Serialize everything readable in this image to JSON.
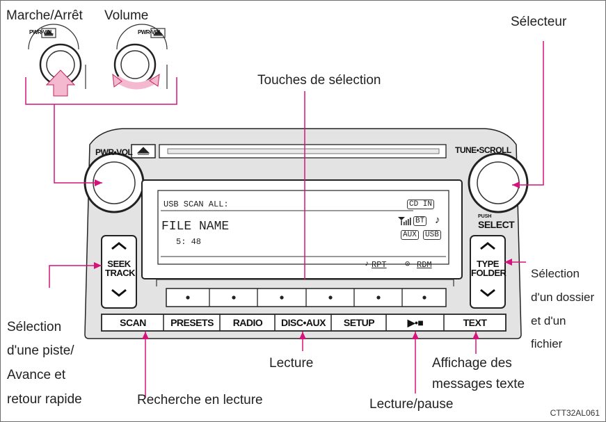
{
  "callouts": {
    "power": "Marche/Arrêt",
    "volume": "Volume",
    "selector": "Sélecteur",
    "selection_keys": "Touches de sélection",
    "folder_lines": [
      "Sélection",
      "d'un dossier",
      "et d'un",
      "fichier"
    ],
    "track_lines": [
      "Sélection",
      "d'une piste/",
      "Avance et",
      "retour rapide"
    ],
    "play": "Lecture",
    "text_lines": [
      "Affichage des",
      "messages texte"
    ],
    "scan_play": "Recherche en lecture",
    "play_pause": "Lecture/pause"
  },
  "unit": {
    "pwr_vol": "PWR•VOL",
    "tune_scroll": "TUNE•SCROLL",
    "push": "PUSH",
    "select": "SELECT",
    "seek": "SEEK",
    "track": "TRACK",
    "type": "TYPE",
    "folder": "FOLDER"
  },
  "inset": {
    "knob_label": "PWR•VOL"
  },
  "display": {
    "status": "USB SCAN ALL:",
    "file_name": "FILE NAME",
    "time": "5: 48",
    "cd_in": "CD IN",
    "bt": "BT",
    "aux": "AUX",
    "usb": "USB",
    "rpt": "RPT",
    "rdm": "RDM"
  },
  "buttons": [
    "SCAN",
    "PRESETS",
    "RADIO",
    "DISC•AUX",
    "SETUP",
    "▶•■",
    "TEXT"
  ],
  "figure_code": "CTT32AL061",
  "colors": {
    "callout_line": "#d4147a",
    "unit_fill": "#e3e3e3",
    "arrow_fill": "#f4b8cf"
  }
}
